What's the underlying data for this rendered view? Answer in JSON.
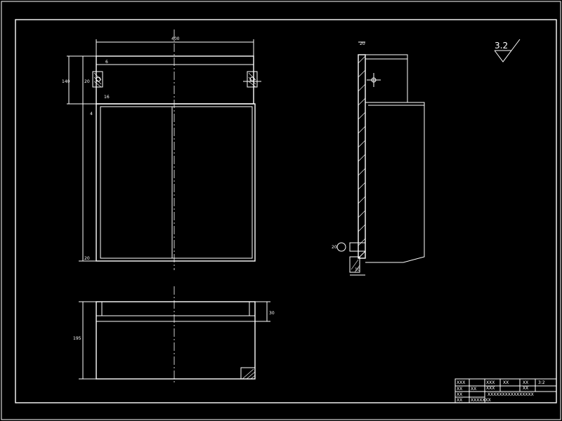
{
  "dimensions": {
    "top_width": "400",
    "left_height": "140",
    "hole_dia": "20",
    "hole_small": "6",
    "bottom_height": "195",
    "bottom_side": "30",
    "side_top": "20",
    "side_foot": "20",
    "side_bottom": "10",
    "left_small_1": "16",
    "left_small_2": "4",
    "left_bottom": "20"
  },
  "roughness": "3.2",
  "title_block": {
    "cells": [
      "XXX",
      "XXX",
      "XX",
      "XX",
      "3:2",
      "XXX",
      "XX",
      "XX",
      "XX",
      "XX",
      "XXXXXXXXXXXXXXXX",
      "XX",
      "XXXXXXX"
    ]
  }
}
